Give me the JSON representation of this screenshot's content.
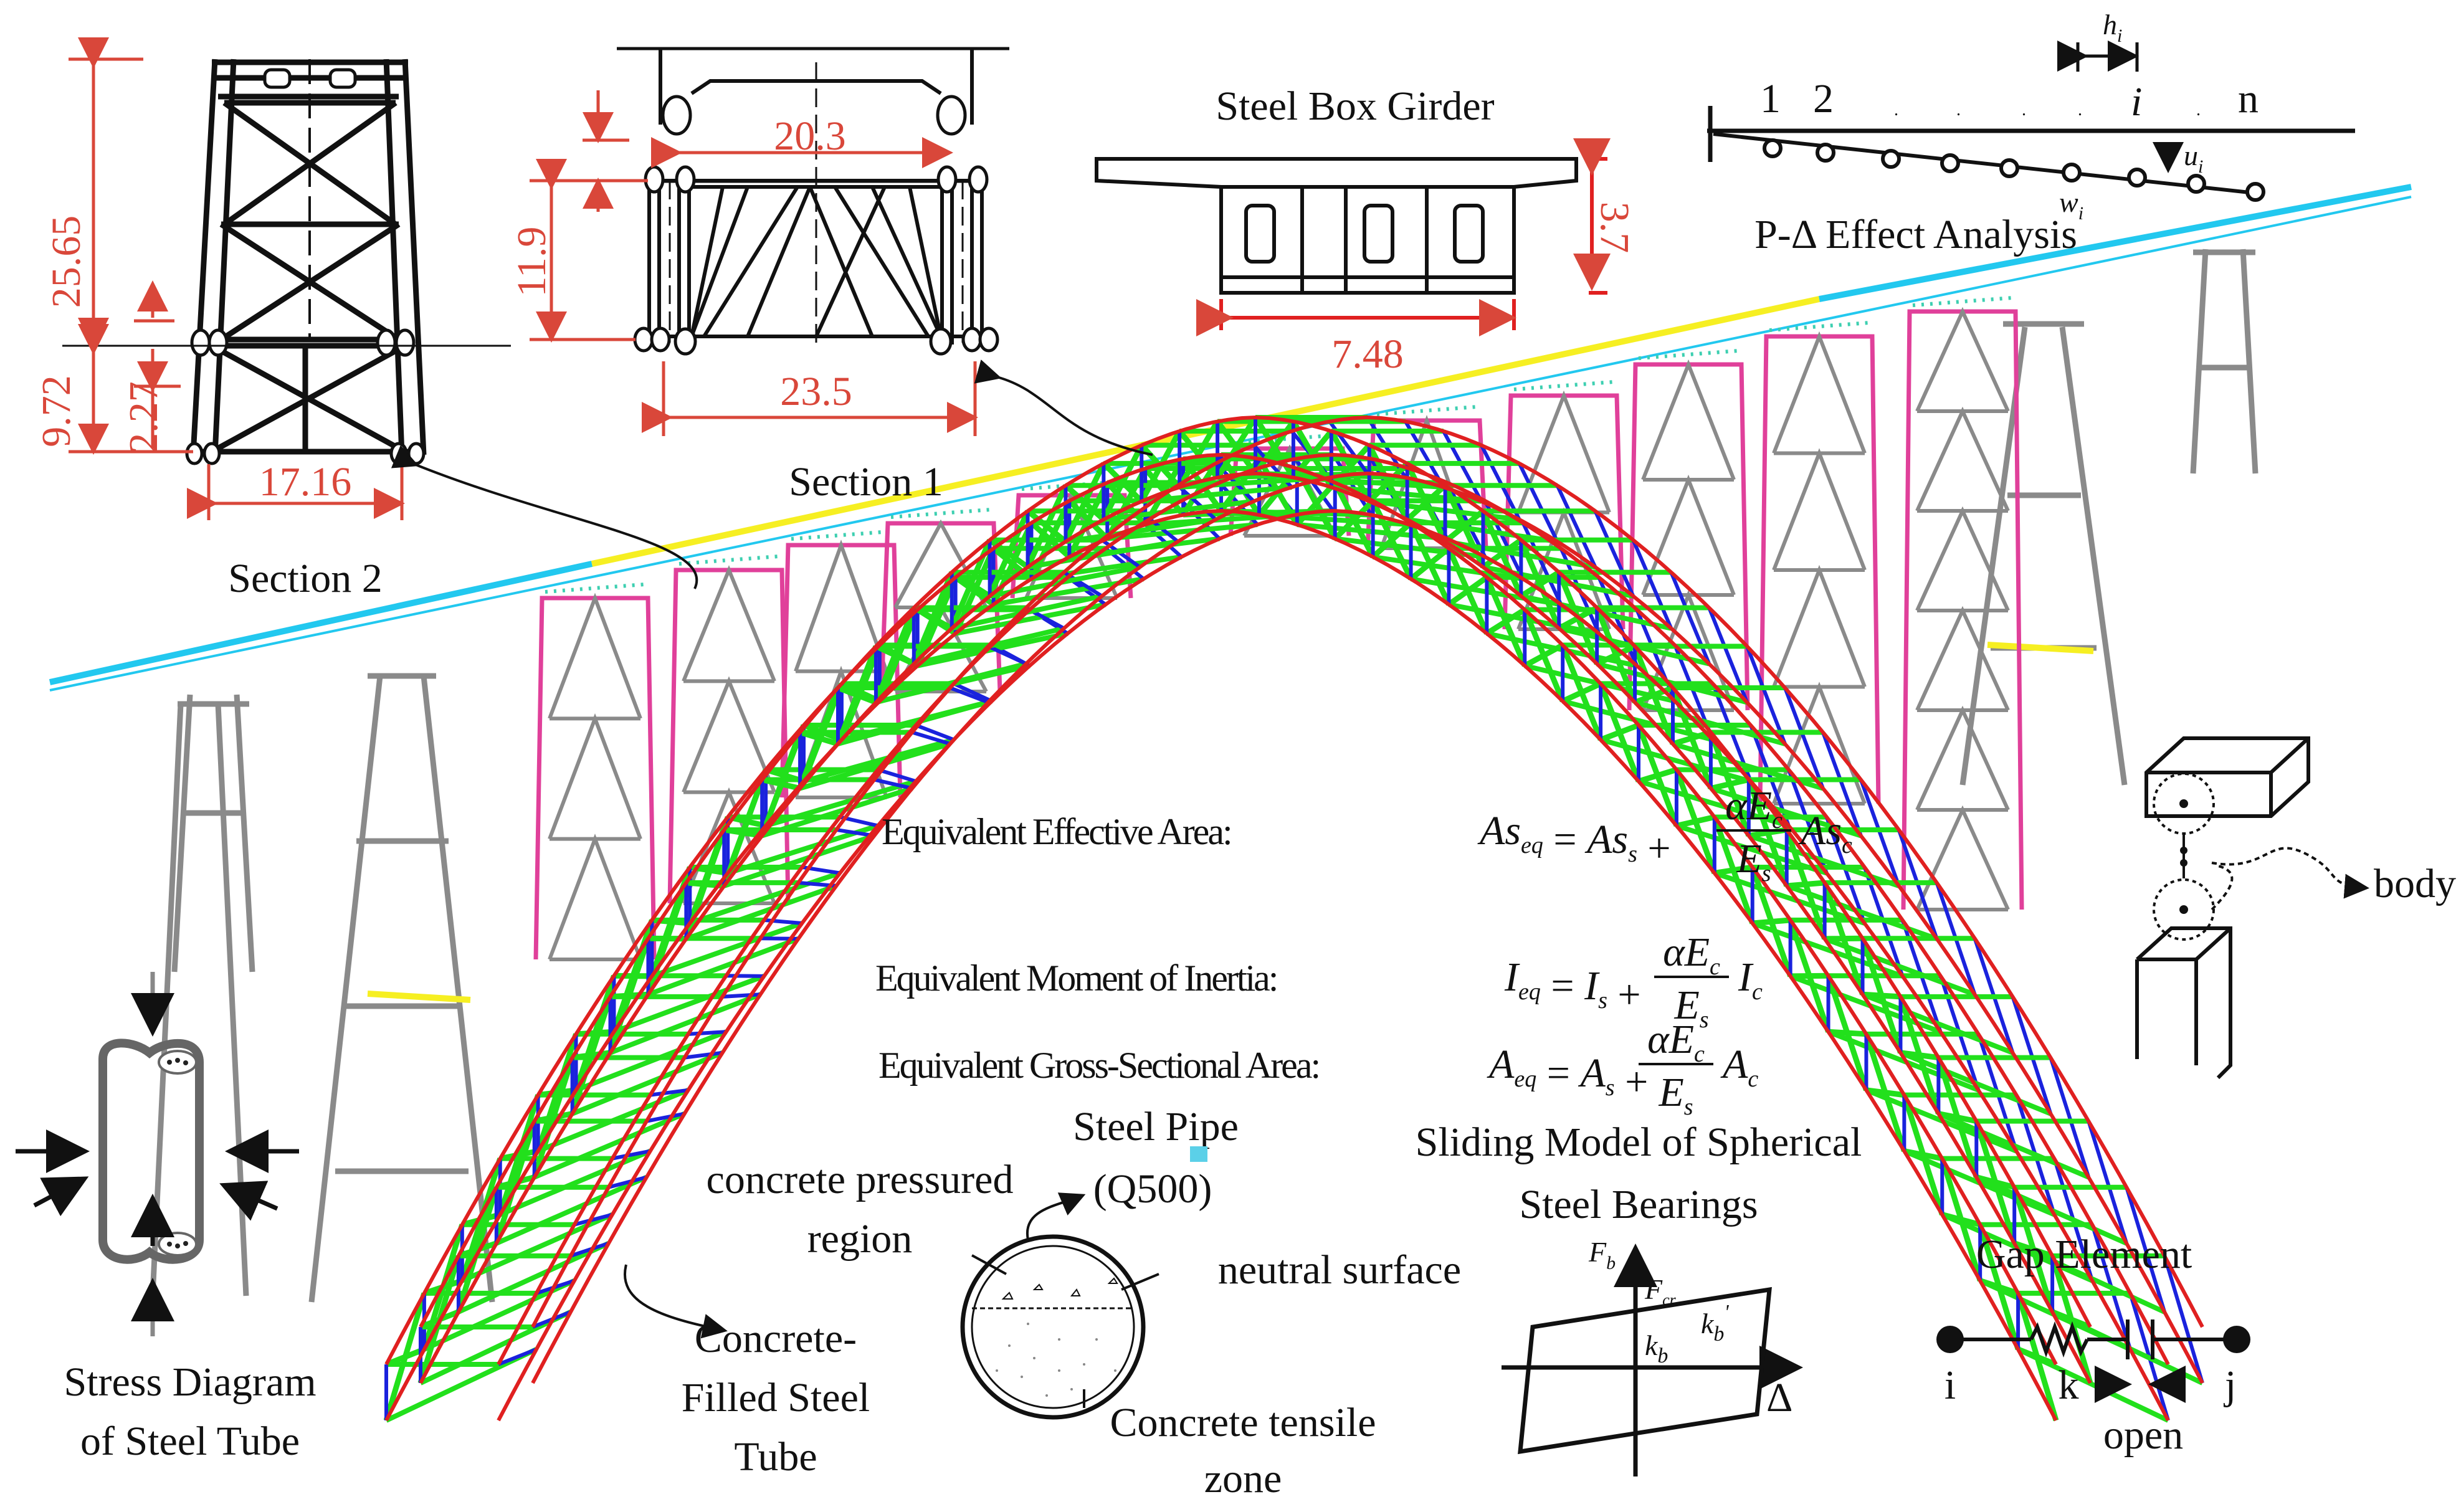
{
  "sections": {
    "section2": {
      "label": "Section 2",
      "dims": [
        "25.65",
        "9.72",
        "2.27",
        "17.16"
      ]
    },
    "section1": {
      "label": "Section 1",
      "dims": [
        "20.3",
        "11.9",
        "23.5"
      ]
    },
    "girder": {
      "label": "Steel Box Girder",
      "dims": [
        "3.7",
        "7.48"
      ]
    }
  },
  "pdelta": {
    "title": "P-Δ Effect Analysis",
    "nodes": [
      "1",
      "2",
      "i",
      "n"
    ],
    "symbols": {
      "h": "h",
      "hsub": "i",
      "u": "u",
      "usub": "i",
      "w": "w",
      "wsub": "i"
    }
  },
  "equations": [
    {
      "name": "Equivalent Effective Area:",
      "lhs": "As",
      "lhs_sub": "eq",
      "t1": "As",
      "t1_sub": "s",
      "num": "αE",
      "num_sub": "c",
      "den": "E",
      "den_sub": "s",
      "t2": "As",
      "t2_sub": "c"
    },
    {
      "name": "Equivalent Moment of Inertia:",
      "lhs": "I",
      "lhs_sub": "eq",
      "t1": "I",
      "t1_sub": "s",
      "num": "αE",
      "num_sub": "c",
      "den": "E",
      "den_sub": "s",
      "t2": "I",
      "t2_sub": "c"
    },
    {
      "name": "Equivalent Gross-Sectional Area:",
      "lhs": "A",
      "lhs_sub": "eq",
      "t1": "A",
      "t1_sub": "s",
      "num": "αE",
      "num_sub": "c",
      "den": "E",
      "den_sub": "s",
      "t2": "A",
      "t2_sub": "c"
    }
  ],
  "stress": {
    "line1": "Stress Diagram",
    "line2": "of Steel Tube"
  },
  "cfst": {
    "line1": "Concrete-",
    "line2": "Filled Steel",
    "line3": "Tube"
  },
  "pipe": {
    "title": "Steel Pipe",
    "grade": "(Q500)",
    "pressured1": "concrete pressured",
    "pressured2": "region",
    "neutral": "neutral surface",
    "tensile1": "Concrete tensile",
    "tensile2": "zone"
  },
  "bearing": {
    "title1": "Sliding Model of Spherical",
    "title2": "Steel Bearings",
    "Fb": "F",
    "Fb_sub": "b",
    "Fcr": "F",
    "Fcr_sub": "cr",
    "kb": "k",
    "kb_sub": "b",
    "kb2": "k",
    "kb2_sub": "b",
    "prime": "'",
    "delta": "Δ"
  },
  "gap": {
    "title": "Gap  Element",
    "i": "i",
    "k": "k",
    "j": "j",
    "open": "open"
  },
  "body_label": "body",
  "colors": {
    "dim": "#d9473a",
    "arch": "#e02020",
    "brace_green": "#22e01c",
    "brace_blue": "#1a22dd",
    "column_pink": "#e0409a",
    "pier_gray": "#8a8a8a",
    "deck_cyan": "#22c8ef",
    "deck_yellow": "#f6ef22",
    "sliding_box": "#5bd0e8"
  }
}
